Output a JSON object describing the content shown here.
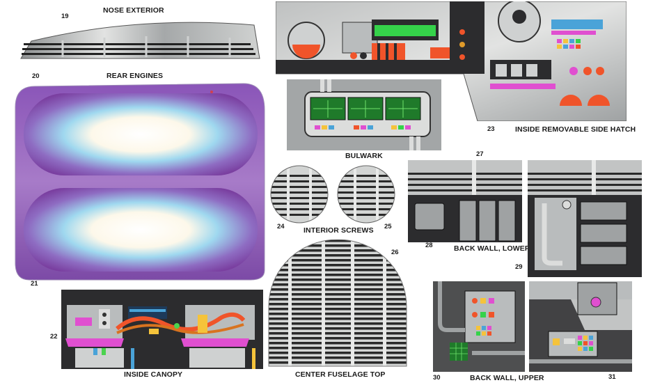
{
  "labels": {
    "nose_exterior": "NOSE EXTERIOR",
    "rear_engines": "REAR ENGINES",
    "bulwark": "BULWARK",
    "interior_screws": "INTERIOR SCREWS",
    "inside_canopy": "INSIDE CANOPY",
    "center_fuselage_top": "CENTER FUSELAGE TOP",
    "back_wall_lower": "BACK WALL, LOWER",
    "back_wall_upper": "BACK WALL, UPPER",
    "inside_removable_side_hatch": "INSIDE REMOVABLE SIDE HATCH"
  },
  "numbers": {
    "n19": "19",
    "n20": "20",
    "n21": "21",
    "n22": "22",
    "n23": "23",
    "n24": "24",
    "n25": "25",
    "n26": "26",
    "n27": "27",
    "n28": "28",
    "n29": "29",
    "n30": "30",
    "n31": "31"
  },
  "colors": {
    "metal_light": "#e6e7e6",
    "metal_dark": "#9fa2a3",
    "panel_dark": "#2c2c2e",
    "engine_purple": "#8a4fb0",
    "engine_glow": "#9fd8ef",
    "screen_green": "#35d24a",
    "accent_orange": "#f0542a",
    "accent_magenta": "#e04fd0"
  }
}
